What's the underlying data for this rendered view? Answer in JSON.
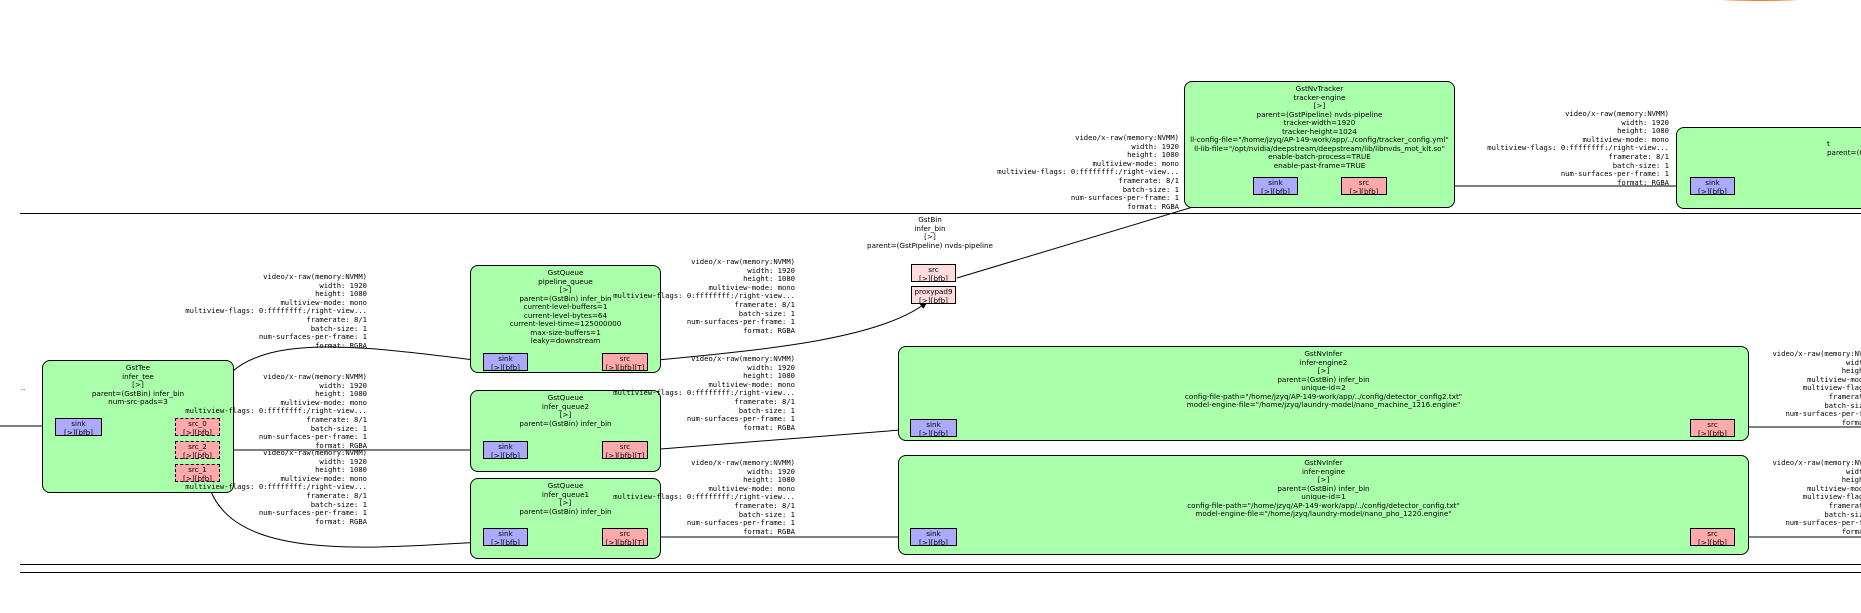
{
  "caps_common": [
    "height: 1080",
    "multiview-mode: mono",
    "multiview-flags: 0:ffffffff:/right-view...",
    "framerate: 8/1",
    "batch-size: 1",
    "num-surfaces-per-frame: 1",
    "format: RGBA"
  ],
  "caps_head": "video/x-raw(memory:NVMM)",
  "caps_width": "width: 1920",
  "left_ellipsis": "..",
  "bin_label": [
    "GstBin",
    "infer_bin",
    "[>]",
    "parent=(GstPipeline) nvds-pipeline"
  ],
  "pads": {
    "sink": "sink",
    "src": "src",
    "src_0": "src_0",
    "src_1": "src_1",
    "src_2": "src_2",
    "proxypad": "proxypad9",
    "flags_bfb": "[>][bfb]",
    "flags_bfbt": "[>][bfb][T]"
  },
  "nodes": {
    "tee": [
      "GstTee",
      "infer_tee",
      "[>]",
      "parent=(GstBin) infer_bin",
      "num-src-pads=3"
    ],
    "pipeline_queue": [
      "GstQueue",
      "pipeline_queue",
      "[>]",
      "parent=(GstBin) infer_bin",
      "current-level-buffers=1",
      "current-level-bytes=64",
      "current-level-time=125000000",
      "max-size-buffers=1",
      "leaky=downstream"
    ],
    "infer_queue2": [
      "GstQueue",
      "infer_queue2",
      "[>]",
      "parent=(GstBin) infer_bin"
    ],
    "infer_queue1": [
      "GstQueue",
      "infer_queue1",
      "[>]",
      "parent=(GstBin) infer_bin"
    ],
    "tracker": [
      "GstNvTracker",
      "tracker-engine",
      "[>]",
      "parent=(GstPipeline) nvds-pipeline",
      "tracker-width=1920",
      "tracker-height=1024",
      "ll-config-file=\"/home/jzyq/AP-149-work/app/../config/tracker_config.yml\"",
      "ll-lib-file=\"/opt/nvidia/deepstream/deepstream/lib/libnvds_mot_klt.so\"",
      "enable-batch-process=TRUE",
      "enable-past-frame=TRUE"
    ],
    "infer_engine2": [
      "GstNvInfer",
      "infer-engine2",
      "[>]",
      "parent=(GstBin) infer_bin",
      "unique-id=2",
      "config-file-path=\"/home/jzyq/AP-149-work/app/../config/detector_config2.txt\"",
      "model-engine-file=\"/home/jzyq/laundry-model/nano_machine_1216.engine\""
    ],
    "infer_engine": [
      "GstNvInfer",
      "infer-engine",
      "[>]",
      "parent=(GstBin) infer_bin",
      "unique-id=1",
      "config-file-path=\"/home/jzyq/AP-149-work/app/../config/detector_config.txt\"",
      "model-engine-file=\"/home/jzyq/laundry-model/nano_pho_1220.engine\""
    ],
    "right_partial": [
      "t",
      "",
      "parent=(Gs"
    ]
  },
  "partial_caps": {
    "tracker_out_right": [
      "video/x-raw(memory:NVMM)",
      "width: 1920",
      "height: 1080",
      "multiview-mode: mono",
      "multiview-flags: 0:ffffffff:/right-view...",
      "framerate: 8/1",
      "batch-size: 1",
      "num-surfaces-per-frame: 1",
      "format: RGBA"
    ],
    "engine2_out": [
      "video/x-raw(memory:NVMM",
      "width:",
      "height:",
      "multiview-mode:",
      "multiview-flags:",
      "framerate:",
      "batch-size:",
      "num-surfaces-per-fra",
      "format:"
    ],
    "engine_out": [
      "video/x-raw(memory:NVMM",
      "width:",
      "height:",
      "multiview-mode:",
      "multiview-flags:",
      "framerate:",
      "batch-size:",
      "num-surfaces-per-fra",
      "format:"
    ]
  },
  "colors": {
    "element": "#aaffaa",
    "sink_pad": "#aaaaff",
    "src_pad": "#ffaaaa",
    "proxy_pad": "#ffdddd",
    "corner_accent": "#f07c3a"
  }
}
